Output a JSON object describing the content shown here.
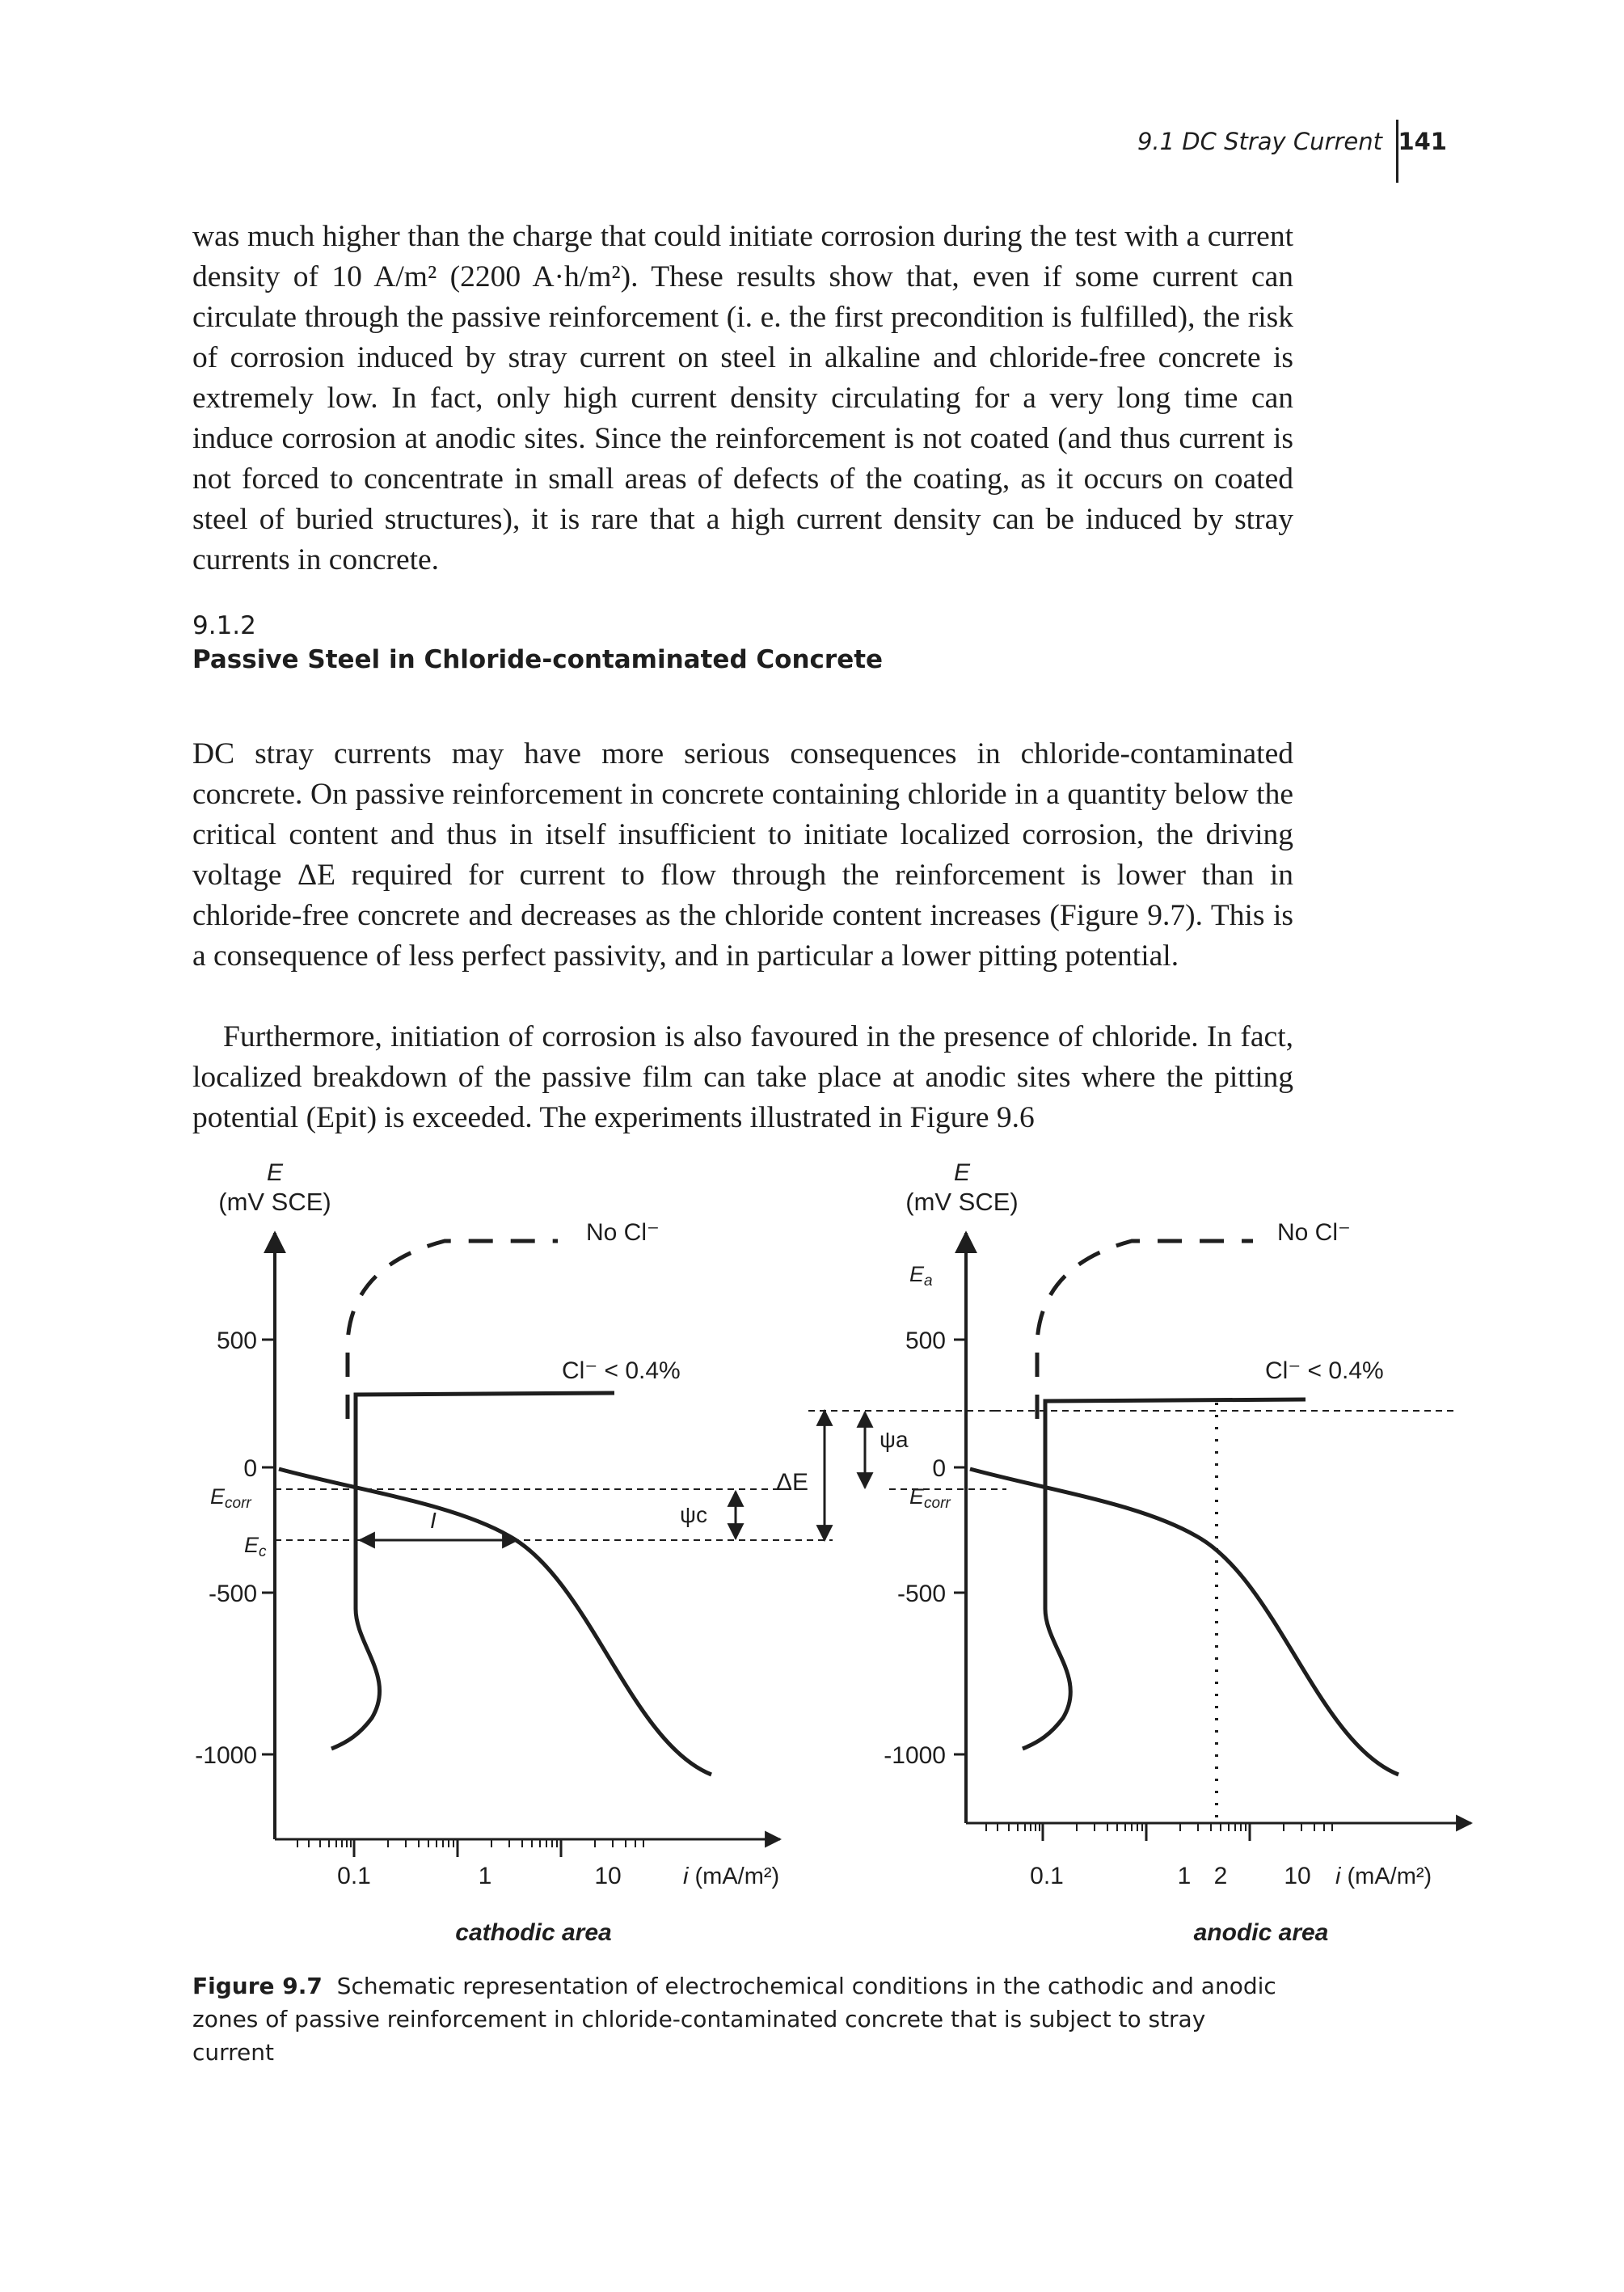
{
  "header": {
    "running_title": "9.1 DC Stray Current",
    "page_number": "141"
  },
  "paragraphs": [
    {
      "text": "was much higher than the charge that could initiate corrosion during the test with a current density of 10 A/m² (2200 A·h/m²). These results show that, even if some current can circulate through the passive reinforcement (i. e. the first precondition is fulfilled), the risk of corrosion induced by stray current on steel in alkaline and chloride-free concrete is extremely low. In fact, only high current density circulating for a very long time can induce corrosion at anodic sites. Since the reinforcement is not coated (and thus current is not forced to concentrate in small areas of defects of the coating, as it occurs on coated steel of buried structures), it is rare that a high current density can be induced by stray currents in concrete."
    },
    {
      "text": "DC stray currents may have more serious consequences in chloride-contaminated concrete. On passive reinforcement in concrete containing chloride in a quantity below the critical content and thus in itself insufficient to initiate localized corrosion, the driving voltage ΔE required for current to flow through the reinforcement is lower than in chloride-free concrete and decreases as the chloride content increases (Figure 9.7). This is a consequence of less perfect passivity, and in particular a lower pitting potential."
    },
    {
      "text": "Furthermore, initiation of corrosion is also favoured in the presence of chloride. In fact, localized breakdown of the passive film can take place at anodic sites where the pitting potential (Epit) is exceeded. The experiments illustrated in Figure 9.6"
    }
  ],
  "section": {
    "number": "9.1.2",
    "title": "Passive Steel in Chloride-contaminated Concrete"
  },
  "figure": {
    "left_panel": {
      "y_axis_symbol": "E",
      "y_axis_unit": "(mV SCE)",
      "y_ticks": [
        "500",
        "0",
        "-500",
        "-1000"
      ],
      "e_corr": "E",
      "e_corr_sub": "corr",
      "e_c": "E",
      "e_c_sub": "c",
      "x_ticks": [
        "0.1",
        "1",
        "10"
      ],
      "x_label_symbol": "i",
      "x_label_unit": " (mA/m²)",
      "curve_no_cl": "No Cl⁻",
      "curve_cl": "Cl⁻ < 0.4%",
      "current_label": "I",
      "psi_c": "ψc",
      "area_label": "cathodic area"
    },
    "delta_e": "ΔE",
    "right_panel": {
      "y_axis_symbol": "E",
      "y_axis_unit": "(mV SCE)",
      "e_a": "E",
      "e_a_sub": "a",
      "y_ticks": [
        "500",
        "0",
        "-500",
        "-1000"
      ],
      "e_corr": "E",
      "e_corr_sub": "corr",
      "psi_a": "ψa",
      "x_ticks": [
        "0.1",
        "1",
        "2",
        "10"
      ],
      "x_label_symbol": "i",
      "x_label_unit": " (mA/m²)",
      "curve_no_cl": "No Cl⁻",
      "curve_cl": "Cl⁻ < 0.4%",
      "area_label": "anodic area"
    }
  },
  "caption": {
    "label": "Figure 9.7",
    "text": "Schematic representation of electrochemical conditions in the cathodic and anodic zones of passive reinforcement in chloride-contaminated concrete that is subject to stray current"
  }
}
